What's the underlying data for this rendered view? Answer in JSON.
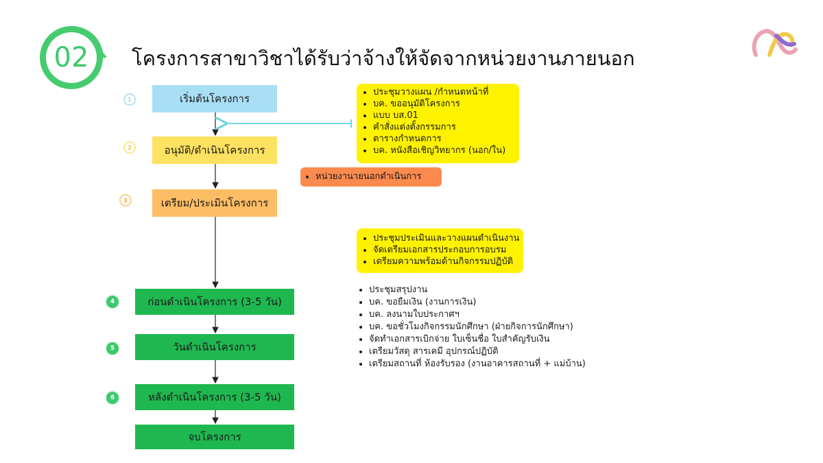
{
  "header": {
    "number": "02",
    "title": "โครงการสาขาวิชาได้รับว่าจ้างให้จัดจากหน่วยงานภายนอก",
    "accent_color": "#3dc96b"
  },
  "steps": [
    {
      "num": "1",
      "label": "เริ่มต้นโครงการ",
      "color": "#a8dff5"
    },
    {
      "num": "2",
      "label": "อนุมัติ/ดำเนินโครงการ",
      "color": "#fde261"
    },
    {
      "num": "3",
      "label": "เตรียม/ประเมินโครงการ",
      "color": "#fdbd64"
    },
    {
      "num": "4",
      "label": "ก่อนดำเนินโครงการ (3-5 วัน)",
      "color": "#1fb850"
    },
    {
      "num": "5",
      "label": "วันดำเนินโครงการ",
      "color": "#1fb850"
    },
    {
      "num": "6",
      "label": "หลังดำเนินโครงการ (3-5 วัน)",
      "color": "#1fb850"
    },
    {
      "label": "จบโครงการ",
      "color": "#1fb850"
    }
  ],
  "notes": {
    "initiation": [
      "ประชุมวางแผน /กำหนดหน้าที่",
      "บค. ขออนุมัติโครงการ",
      "แบบ บส.01",
      "คำสั่งแต่งตั้งกรรมการ",
      "ตารางกำหนดการ",
      "บค. หนังสือเชิญวิทยากร (นอก/ใน)"
    ],
    "external": [
      "หน่วยงานายนอกดำเนินการ"
    ],
    "prepare": [
      "ประชุมประเมินและวางแผนดำเนินงาน",
      "จัดเตรียมเอกสารประกอบการอบรม",
      "เตรียมความพร้อมด้านกิจกรรมปฏิบัติ"
    ],
    "before": [
      "ประชุมสรุปงาน",
      "บค. ขอยืมเงิน (งานการเงิน)",
      "บค. ลงนามใบประกาศฯ",
      "บค. ขอชั่วโมงกิจกรรมนักศึกษา  (ฝ่ายกิจการนักศึกษา)",
      "จัดทำเอกสารเบิกจ่าย ใบเซ็นชื่อ ใบสำคัญรับเงิน",
      "เตรียมวัสดุ สารเคมี อุปกรณ์ปฏิบัติ",
      "เตรียมสถานที่ ห้องรับรอง (งานอาคารสถานที่ + แม่บ้าน)"
    ]
  }
}
